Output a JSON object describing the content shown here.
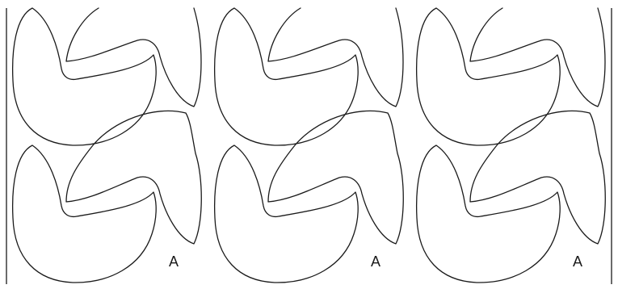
{
  "figure": {
    "panels": [
      {
        "label": "A"
      },
      {
        "label": "A"
      },
      {
        "label": "A"
      }
    ]
  },
  "colors": {
    "line": "#1a1a1a",
    "background": "#ffffff"
  }
}
